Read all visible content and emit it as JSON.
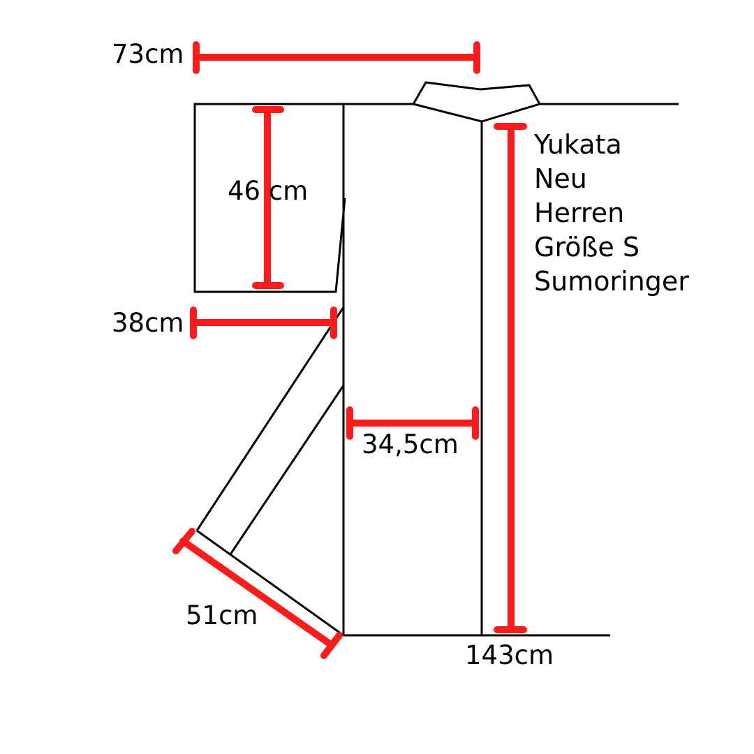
{
  "title_lines": [
    "Yukata",
    "Neu",
    "Herren",
    "Größe S",
    "Sumoringer"
  ],
  "measurements": {
    "sleeve_width": "73cm",
    "sleeve_length": "46 cm",
    "cuff_width": "38cm",
    "body_half_width": "34,5cm",
    "collar_length": "51cm",
    "total_length": "143cm"
  },
  "colors": {
    "outline": "#000000",
    "measure_line": "#fc1c1c"
  }
}
